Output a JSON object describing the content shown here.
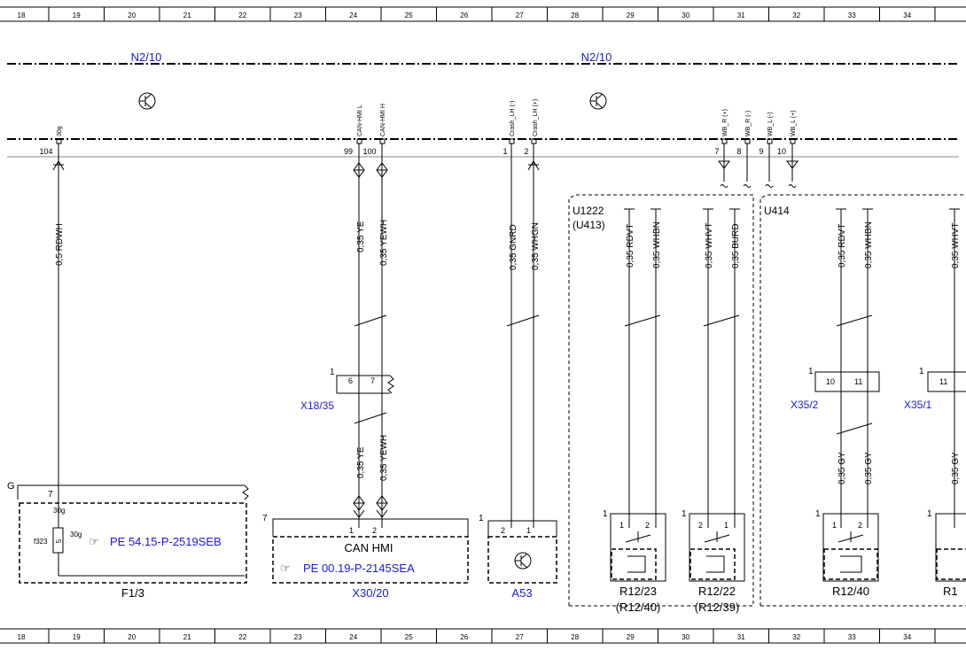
{
  "grid": {
    "columns": [
      "18",
      "19",
      "20",
      "21",
      "22",
      "23",
      "24",
      "25",
      "26",
      "27",
      "28",
      "29",
      "30",
      "31",
      "32",
      "33",
      "34"
    ]
  },
  "module_labels": {
    "left": "N2/10",
    "right": "N2/10"
  },
  "pins": [
    {
      "label": "30g",
      "num": "104"
    },
    {
      "label": "CAN-HMI L",
      "num": "99"
    },
    {
      "label": "CAN-HMI H",
      "num": "100"
    },
    {
      "label": "Crash_LH (-)",
      "num": "1"
    },
    {
      "label": "Crash_LH (+)",
      "num": "2"
    },
    {
      "label": "WB_R (+)",
      "num": "7"
    },
    {
      "label": "WB_R (-)",
      "num": "8"
    },
    {
      "label": "WB_L (-)",
      "num": "9"
    },
    {
      "label": "WB_L (+)",
      "num": "10"
    }
  ],
  "wires": {
    "w104": "0,5 RDWH",
    "w99": "0,35 YE",
    "w100": "0,35 YEWH",
    "w99b": "0,35 YE",
    "w100b": "0,35 YEWH",
    "w1": "0,35 GNRD",
    "w2": "0,35 WHGN",
    "u1222a": "0,35 RDVT",
    "u1222b": "0,35 WHBN",
    "u1222c": "0,35 WHVT",
    "u1222d": "0,35 BURD",
    "u414a": "0,35 RDVT",
    "u414b": "0,35 WHBN",
    "u414c": "0,35 WHVT",
    "x35_2a": "0,35 GY",
    "x35_2b": "0,35 GY",
    "x35_1a": "0,35 GY"
  },
  "connectors": {
    "x18_35": {
      "name": "X18/35",
      "num": "1",
      "p1": "6",
      "p2": "7"
    },
    "x35_2": {
      "name": "X35/2",
      "num": "1",
      "p1": "10",
      "p2": "11"
    },
    "x35_1": {
      "name": "X35/1",
      "num": "1",
      "p1": "11"
    }
  },
  "components": {
    "f1_3": {
      "name": "F1/3",
      "g": "G",
      "pin": "7",
      "label30g": "30g",
      "label30g2": "30g",
      "fuse_id": "f323",
      "fuse_val": "5",
      "ref": "PE 54.15-P-2519SEB"
    },
    "x30_20": {
      "name": "X30/20",
      "num": "7",
      "title": "CAN HMI",
      "p1": "1",
      "p2": "2",
      "ref": "PE 00.19-P-2145SEA"
    },
    "a53": {
      "name": "A53",
      "num": "1",
      "p1": "2",
      "p2": "1"
    },
    "u1222": {
      "name": "U1222",
      "alt": "(U413)"
    },
    "u414": {
      "name": "U414"
    },
    "r12_23": {
      "name": "R12/23",
      "alt": "(R12/40)",
      "num": "1",
      "p1": "1",
      "p2": "2"
    },
    "r12_22": {
      "name": "R12/22",
      "alt": "(R12/39)",
      "num": "1",
      "p1": "2",
      "p2": "1"
    },
    "r12_40": {
      "name": "R12/40",
      "num": "1",
      "p1": "1",
      "p2": "2"
    },
    "r1_partial": {
      "name": "R1",
      "num": "1"
    }
  },
  "colors": {
    "link": "#1a1ad6",
    "line": "#000000"
  }
}
